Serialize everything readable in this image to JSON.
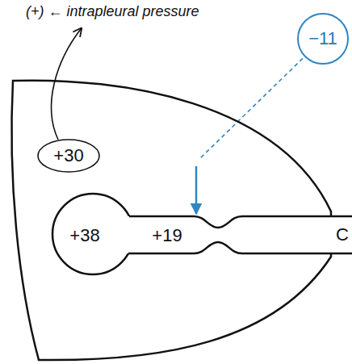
{
  "diagram": {
    "nodes": [
      {
        "text": [
          "+30"
        ]
      },
      {
        "text": [
          "+38"
        ],
        "in": 0
      },
      {
        "text": [
          "+19",
          "C"
        ]
      },
      {
        "text": [
          "−11"
        ]
      }
    ],
    "edges": [
      {
        "from": 3,
        "to": 2,
        "arrow": "to"
      }
    ],
    "labels": [
      "(+) ← intrapleural pressure"
    ]
  }
}
